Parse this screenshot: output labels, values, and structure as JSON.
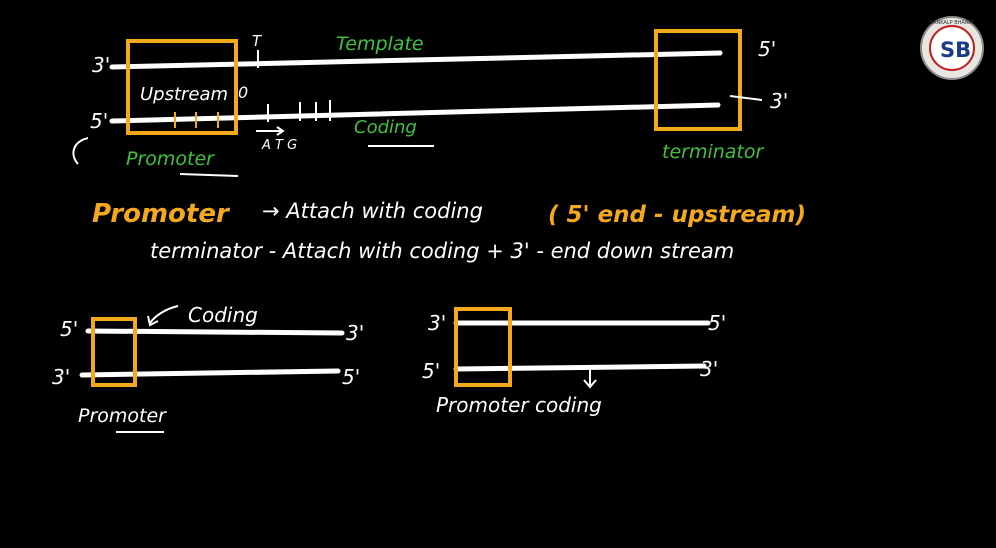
{
  "diagram1": {
    "template_label": "Template",
    "left_top_end": "3'",
    "left_bottom_end": "5'",
    "right_top_end": "5'",
    "right_bottom_end": "3'",
    "upstream_label": "Upstream",
    "zero_mark": "0",
    "t_mark": "T",
    "bases_label": "A T G",
    "coding_label": "Coding",
    "promoter_label": "Promoter",
    "terminator_label": "terminator"
  },
  "notes": {
    "line1_term": "Promoter",
    "line1_rest": "→ Attach with coding",
    "line1_orange": "( 5' end - upstream)",
    "line2": "terminator - Attach with coding + 3' - end down stream"
  },
  "diagram2": {
    "top_left": "5'",
    "top_right": "3'",
    "bottom_left": "3'",
    "bottom_right": "5'",
    "coding_label": "Coding",
    "promoter_label": "Promoter"
  },
  "diagram3": {
    "top_left": "3'",
    "top_right": "5'",
    "bottom_left": "5'",
    "bottom_right": "3'",
    "label": "Promoter coding"
  },
  "logo": {
    "letters": "SB",
    "ring_text": "SANKALP BHARAT"
  },
  "colors": {
    "background": "#000000",
    "white": "#ffffff",
    "orange": "#f5a81c",
    "green": "#3ec23e"
  }
}
